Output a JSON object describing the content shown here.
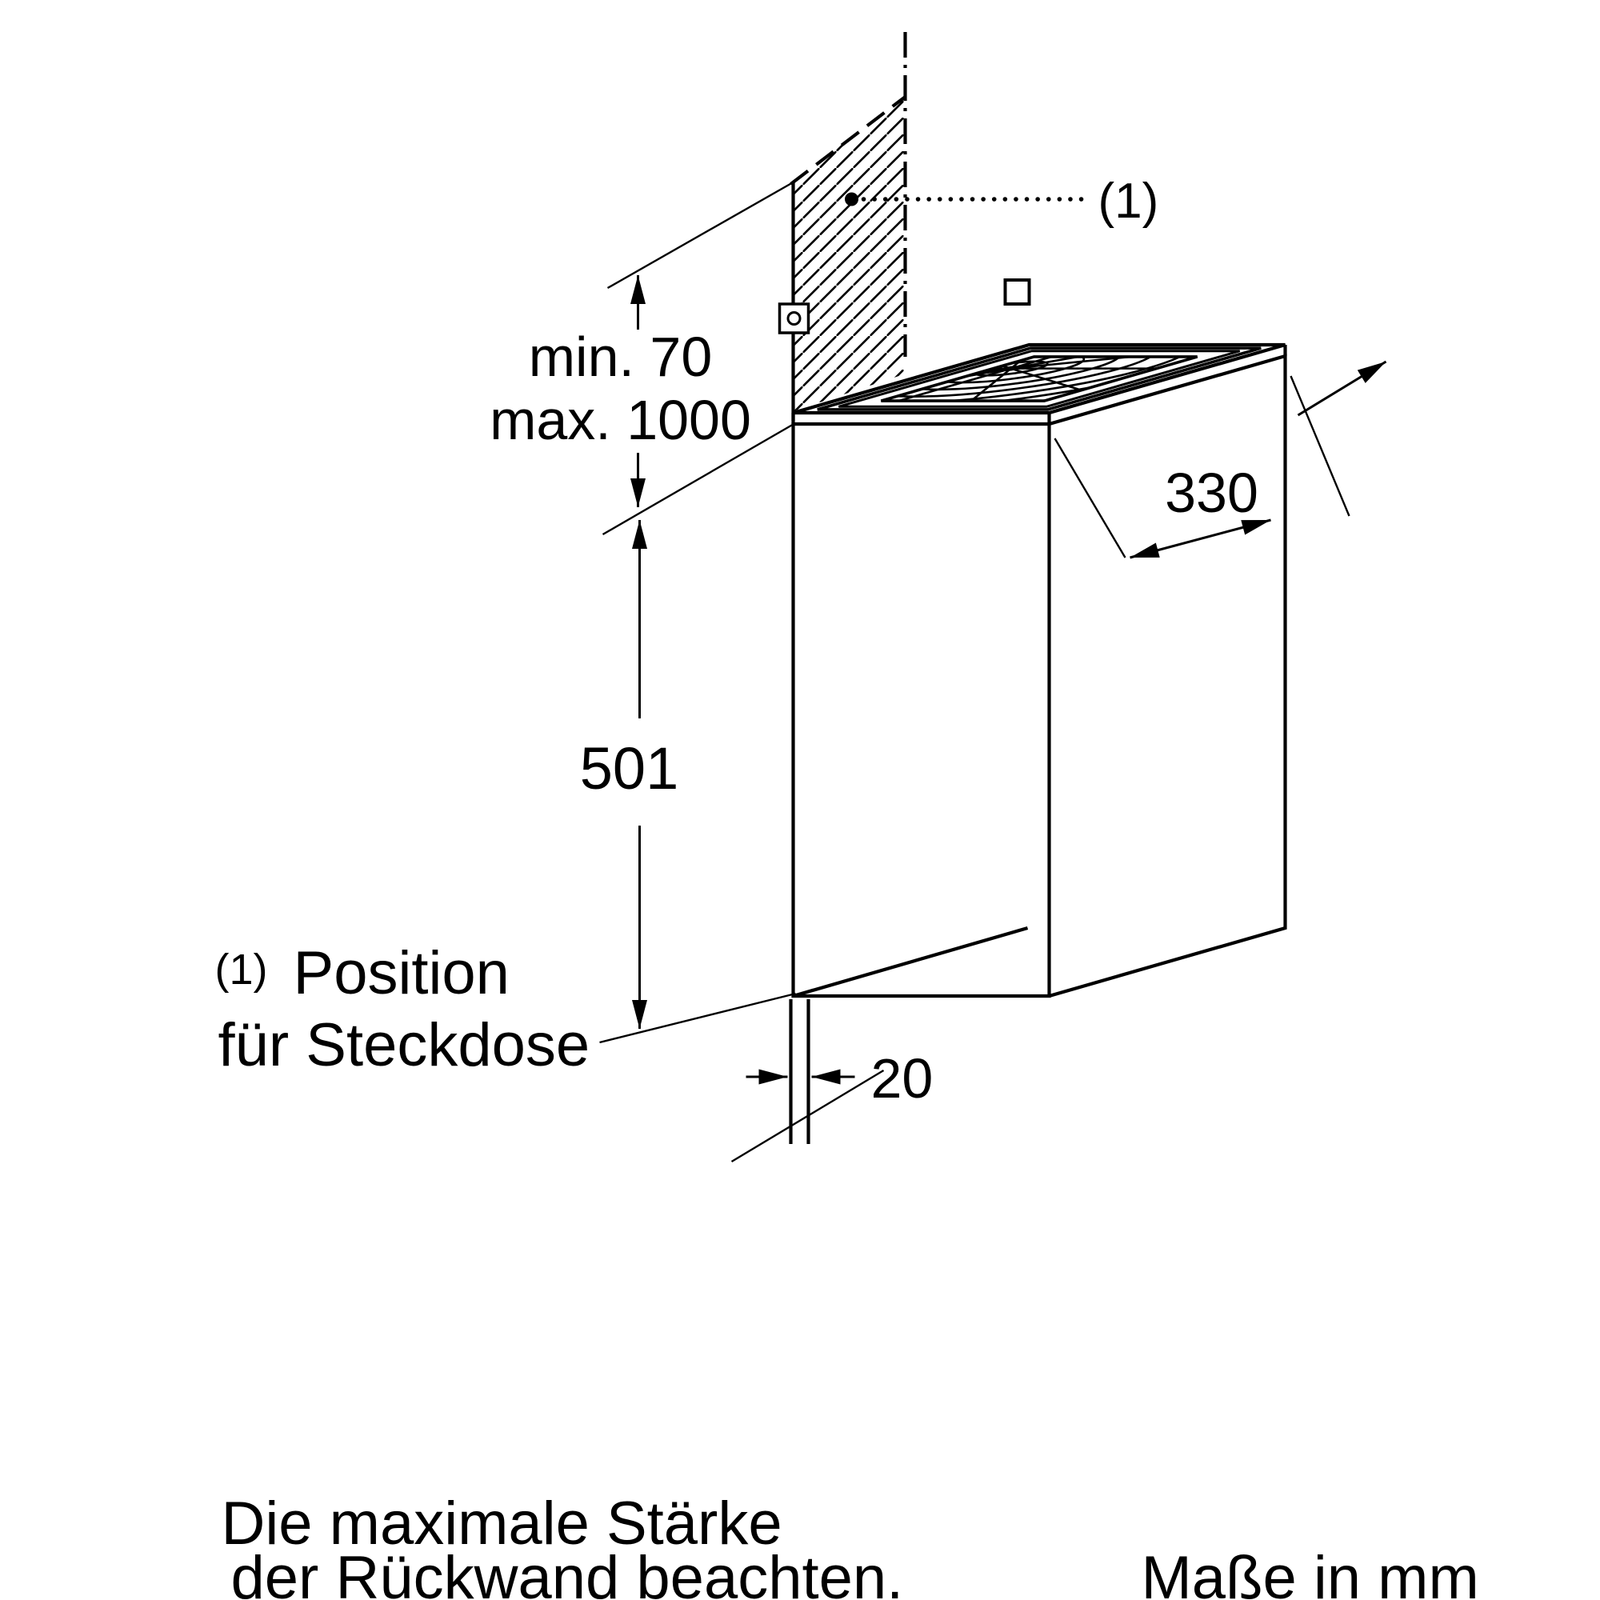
{
  "title": "Installation dimension drawing",
  "labels": {
    "position_ref": "(1)",
    "min_distance": "min. 70",
    "max_distance": "max. 1000",
    "height": "501",
    "depth": "330",
    "wall_thickness": "20"
  },
  "notes": {
    "position_ref": "(1)",
    "position_line1": "Position",
    "position_line2": "für Steckdose",
    "back_panel_line1": "Die maximale Stärke",
    "back_panel_line2": "der Rückwand beachten.",
    "units": "Maße in mm"
  },
  "colors": {
    "line": "#000000",
    "background": "#ffffff"
  }
}
